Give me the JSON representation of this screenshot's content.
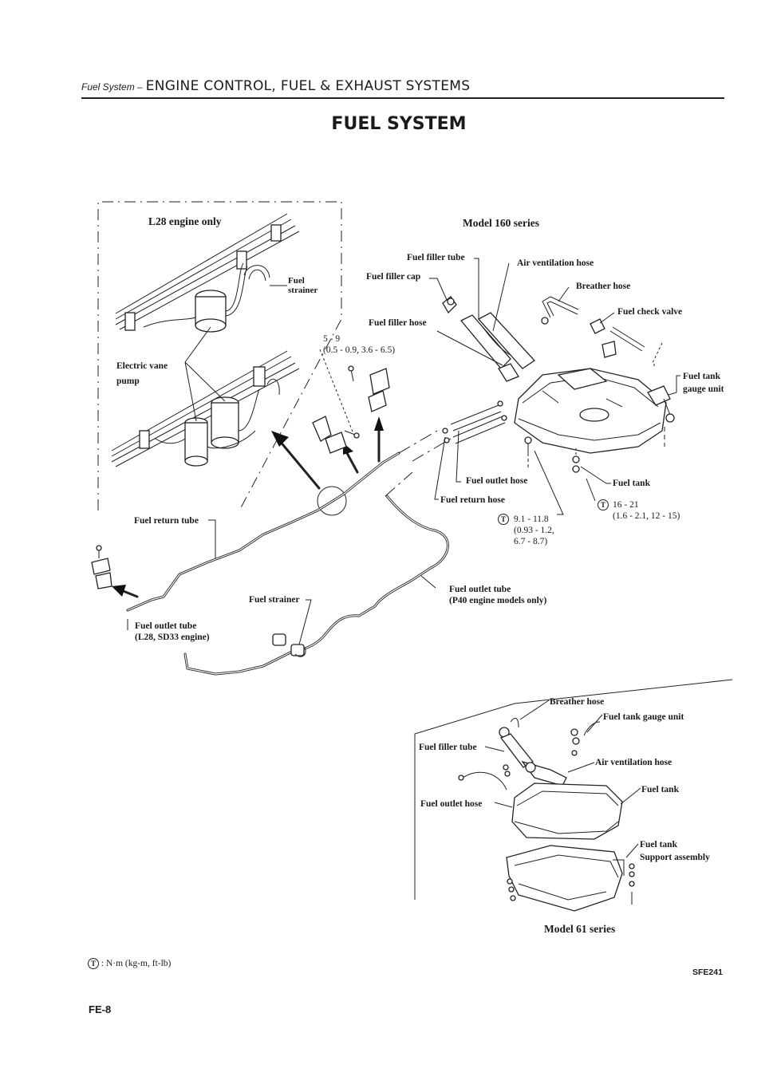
{
  "header": {
    "section": "Fuel System –",
    "chapter": "ENGINE CONTROL, FUEL & EXHAUST SYSTEMS"
  },
  "page_title": "FUEL SYSTEM",
  "inset": {
    "title": "L28 engine only",
    "fuel_strainer": "Fuel\nstrainer",
    "electric_vane_pump": "Electric vane\npump"
  },
  "model160": {
    "title": "Model 160 series",
    "fuel_filler_tube": "Fuel filler tube",
    "air_ventilation_hose": "Air ventilation hose",
    "fuel_filler_cap": "Fuel filler cap",
    "breather_hose": "Breather hose",
    "fuel_check_valve": "Fuel check valve",
    "fuel_filler_hose": "Fuel filler hose",
    "torque_small": "5 - 9\n(0.5 - 0.9, 3.6 - 6.5)",
    "fuel_tank_gauge_unit": "Fuel tank\ngauge unit",
    "fuel_outlet_hose": "Fuel outlet hose",
    "fuel_tank": "Fuel tank",
    "fuel_return_hose": "Fuel return hose",
    "torque_tank": "16 - 21\n(1.6 - 2.1, 12 - 15)",
    "torque_outlet": "9.1 - 11.8\n(0.93 - 1.2,\n6.7 - 8.7)",
    "fuel_return_tube": "Fuel return tube",
    "fuel_outlet_tube_p40": "Fuel outlet tube\n(P40 engine models only)",
    "fuel_strainer": "Fuel strainer",
    "fuel_outlet_tube_l28": "Fuel outlet tube\n(L28, SD33 engine)"
  },
  "model61": {
    "title": "Model 61 series",
    "breather_hose": "Breather hose",
    "fuel_tank_gauge_unit": "Fuel tank gauge unit",
    "fuel_filler_tube": "Fuel filler tube",
    "air_ventilation_hose": "Air ventilation hose",
    "fuel_tank": "Fuel tank",
    "fuel_outlet_hose": "Fuel outlet hose",
    "support_assembly": "Fuel tank\nSupport assembly"
  },
  "footer": {
    "torque_symbol": "T",
    "legend": ": N·m (kg-m, ft-lb)",
    "figure_code": "SFE241",
    "page_number": "FE-8"
  }
}
